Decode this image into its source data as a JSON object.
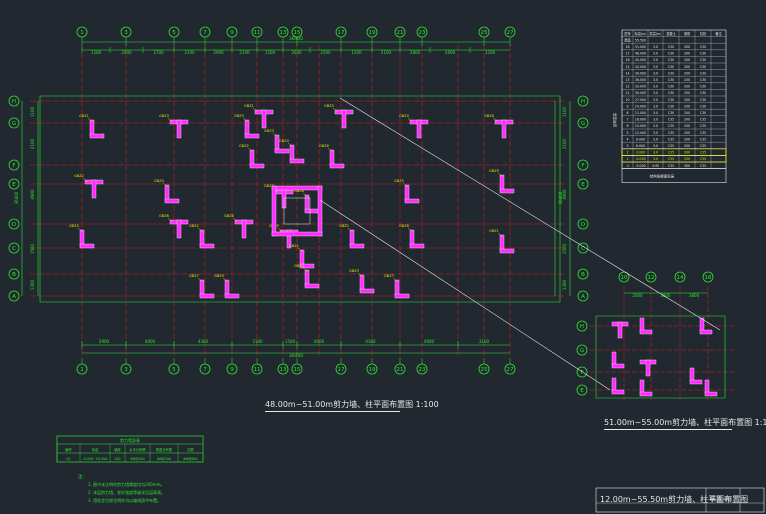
{
  "drawing": {
    "main_plan_title": "48.00m~51.00m剪力墙、柱平面布置图 1:100",
    "side_plan_title": "51.00m~55.00m剪力墙、柱平面布置图 1:100",
    "title_block_text": "12.00m~55.50m剪力墙、柱平面布置图",
    "title_block_sheet": "结施-08"
  },
  "main_plan": {
    "col_axis_labels": [
      "1",
      "3",
      "5",
      "7",
      "9",
      "11",
      "13",
      "15",
      "17",
      "19",
      "21",
      "23",
      "25",
      "27"
    ],
    "row_axis_labels": [
      "H",
      "G",
      "F",
      "E",
      "D",
      "C",
      "B",
      "A"
    ],
    "top_dims": [
      "1200",
      "2900",
      "2700",
      "2100",
      "2900",
      "2100",
      "1500",
      "2600",
      "2500",
      "1500",
      "2100",
      "2800",
      "2600",
      "1200"
    ],
    "top_total": "36400",
    "bottom_dims": [
      "2900",
      "4000",
      "4300",
      "3100",
      "1500",
      "4000",
      "4300",
      "4000",
      "3100"
    ],
    "bottom_total": "36400",
    "left_dims": [
      "1100",
      "2100",
      "4900",
      "1500",
      "1300"
    ],
    "right_dims": [
      "1100",
      "2100",
      "4900",
      "1500",
      "1300"
    ]
  },
  "side_plan": {
    "col_axis_labels": [
      "10",
      "12",
      "14",
      "16"
    ],
    "row_axis_labels": [
      "H",
      "G",
      "F",
      "E"
    ],
    "top_dims": [
      "2000",
      "3800",
      "3800"
    ]
  },
  "table_schedule": {
    "header": [
      "层号",
      "标高(m)",
      "层高(m)",
      "混凝土",
      "墙厚",
      "柱砼",
      "备注"
    ],
    "rows": [
      [
        "屋面",
        "55.500",
        "",
        "",
        "",
        "",
        ""
      ],
      [
        "18",
        "51.000",
        "3.0",
        "C30",
        "200",
        "C30",
        ""
      ],
      [
        "17",
        "48.000",
        "3.0",
        "C30",
        "200",
        "C30",
        ""
      ],
      [
        "16",
        "45.000",
        "3.0",
        "C30",
        "200",
        "C30",
        ""
      ],
      [
        "15",
        "42.000",
        "3.0",
        "C30",
        "200",
        "C30",
        ""
      ],
      [
        "14",
        "39.000",
        "3.0",
        "C30",
        "200",
        "C30",
        ""
      ],
      [
        "13",
        "36.000",
        "3.0",
        "C30",
        "200",
        "C30",
        ""
      ],
      [
        "12",
        "33.000",
        "3.0",
        "C30",
        "200",
        "C30",
        ""
      ],
      [
        "11",
        "30.000",
        "3.0",
        "C30",
        "200",
        "C30",
        ""
      ],
      [
        "10",
        "27.000",
        "3.0",
        "C30",
        "200",
        "C30",
        ""
      ],
      [
        "9",
        "24.000",
        "3.0",
        "C30",
        "200",
        "C30",
        ""
      ],
      [
        "8",
        "21.000",
        "3.0",
        "C30",
        "200",
        "C30",
        ""
      ],
      [
        "7",
        "18.000",
        "3.0",
        "C35",
        "200",
        "C35",
        ""
      ],
      [
        "6",
        "15.000",
        "3.0",
        "C35",
        "200",
        "C35",
        ""
      ],
      [
        "5",
        "12.000",
        "3.0",
        "C35",
        "200",
        "C35",
        ""
      ],
      [
        "4",
        "9.000",
        "3.0",
        "C35",
        "200",
        "C35",
        ""
      ],
      [
        "3",
        "6.000",
        "3.0",
        "C35",
        "200",
        "C35",
        ""
      ],
      [
        "2",
        "3.000",
        "3.0",
        "C35",
        "200",
        "C35",
        ""
      ],
      [
        "1",
        "-0.050",
        "3.0",
        "C35",
        "250",
        "C35",
        ""
      ],
      [
        "-1",
        "-5.000",
        "4.95",
        "C35",
        "300",
        "C35",
        ""
      ]
    ],
    "footer_label": "结构层楼面标高",
    "side_label": "结构层高"
  },
  "table_small": {
    "title": "剪力墙身表",
    "header": [
      "编号",
      "标高",
      "墙厚",
      "水平分布筋",
      "垂直分布筋",
      "拉筋"
    ],
    "row": [
      "Q1",
      "-0.050~55.500",
      "200",
      "Φ8@200",
      "Φ8@200",
      "Φ6@600"
    ]
  },
  "notes": {
    "heading": "注:",
    "lines": [
      "1. 图中未注明的剪力墙厚度均为200mm。",
      "2. 本层剪力墙、柱砼强度等级详见层高表。",
      "3. 墙柱定位除注明外均以轴线居中布置。"
    ]
  },
  "colors": {
    "background": "#212830",
    "axis_grid": "#e02020",
    "dimension": "#2ee62e",
    "wall": "#ff2bff",
    "wall_outline": "#e8e8e8",
    "tag": "#e6e600",
    "highlight_row": "#e6e600"
  }
}
